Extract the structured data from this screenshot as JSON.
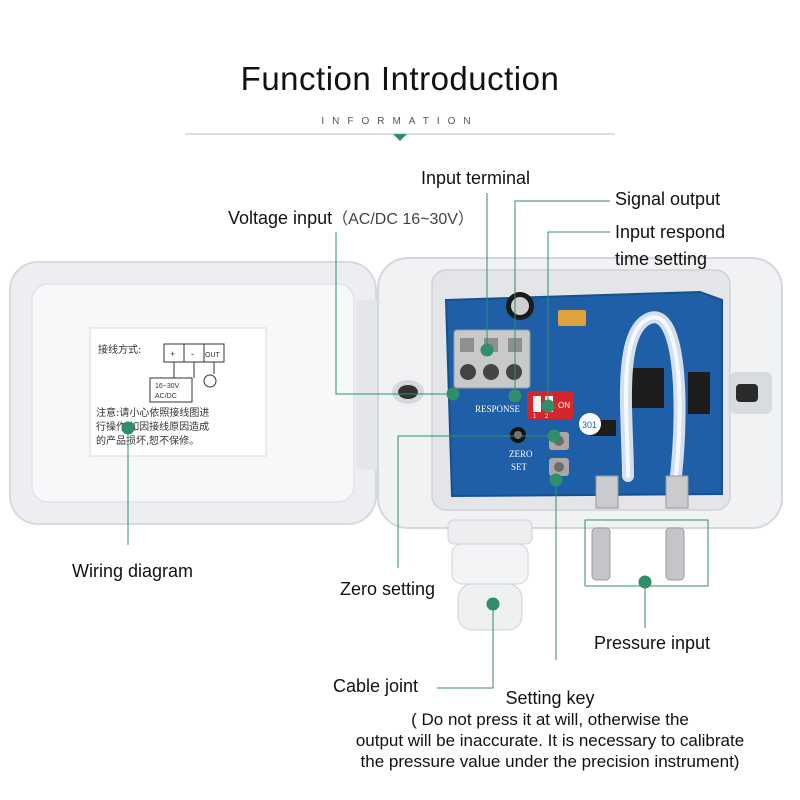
{
  "header": {
    "title": "Function Introduction",
    "subtitle": "INFORMATION"
  },
  "labels": {
    "input_terminal": "Input terminal",
    "signal_output": "Signal output",
    "voltage_input": "Voltage input",
    "voltage_input_spec": "（AC/DC  16~30V）",
    "input_respond_1": "Input respond",
    "input_respond_2": "time setting",
    "wiring_diagram": "Wiring diagram",
    "zero_setting": "Zero setting",
    "pressure_input": "Pressure input",
    "cable_joint": "Cable joint",
    "setting_key": "Setting key",
    "setting_key_note_1": "( Do not press it at will, otherwise the",
    "setting_key_note_2": "output will be inaccurate. It is necessary to calibrate",
    "setting_key_note_3": "the pressure value under the precision instrument)"
  },
  "device": {
    "wiring_label": "接线方式:",
    "terminal_plus": "+",
    "terminal_minus": "-",
    "terminal_out": "OUT",
    "supply_label_1": "16~30V",
    "supply_label_2": "AC/DC",
    "warning_1": "注意:请小心依照接线图进",
    "warning_2": "行操作,如因接线原因造成",
    "warning_3": "的产品损坏,恕不保修。",
    "board_response": "RESPONSE",
    "board_zero": "ZERO",
    "board_set": "SET",
    "dip_on": "ON",
    "dip_1": "1",
    "dip_2": "2",
    "board_sticker": "301"
  },
  "colors": {
    "accent_dot": "#2f8f6a",
    "leader_line": "#2f8f6a",
    "pcb": "#1f5fa8",
    "enclosure": "#f1f2f4"
  }
}
